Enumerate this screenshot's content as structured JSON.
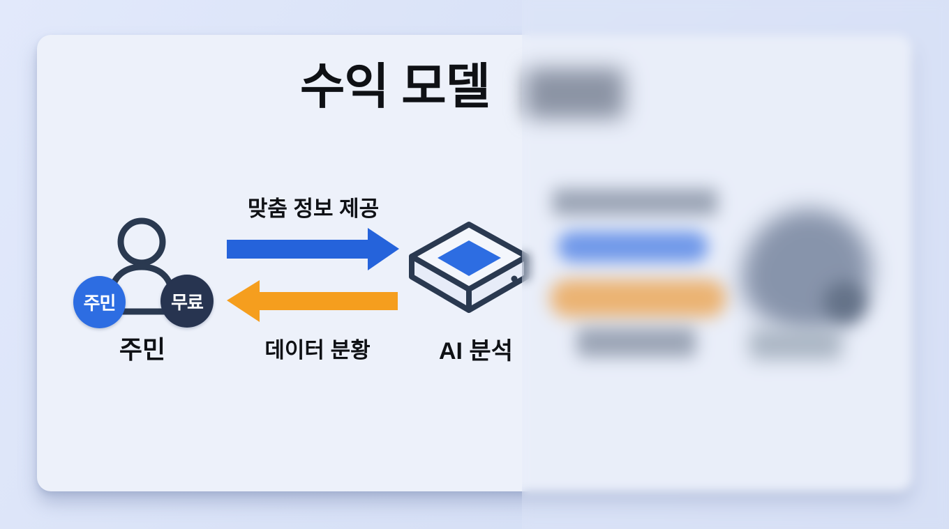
{
  "page": {
    "background_color": "#d9e2f7",
    "card_background_color": "#edf1fa",
    "right_half_blurred": true
  },
  "title": {
    "text": "수익 모델"
  },
  "diagram": {
    "resident": {
      "name_label": "주민",
      "badge_left": {
        "text": "주민",
        "color": "#2d6de2"
      },
      "badge_right": {
        "text": "무료",
        "color": "#273450"
      },
      "outline_color": "#2a3950",
      "icon": "person-outline-icon"
    },
    "top_arrow": {
      "label": "맞춤 정보 제공",
      "color": "#2563db",
      "direction": "right"
    },
    "bottom_arrow": {
      "label": "데이터 분황",
      "color": "#f59e1e",
      "direction": "left"
    },
    "ai_box": {
      "label": "AI 분석",
      "top_face_color": "#2d6de2",
      "outline_color": "#2a3950",
      "icon": "isometric-chip-box-icon"
    }
  },
  "blurred_panel": {
    "readable": false,
    "blue_bar_color": "#3f76e3",
    "orange_bar_color": "#f09c38",
    "dark_blob_color": "#61708a",
    "text_blob_color": "#7c8798"
  }
}
